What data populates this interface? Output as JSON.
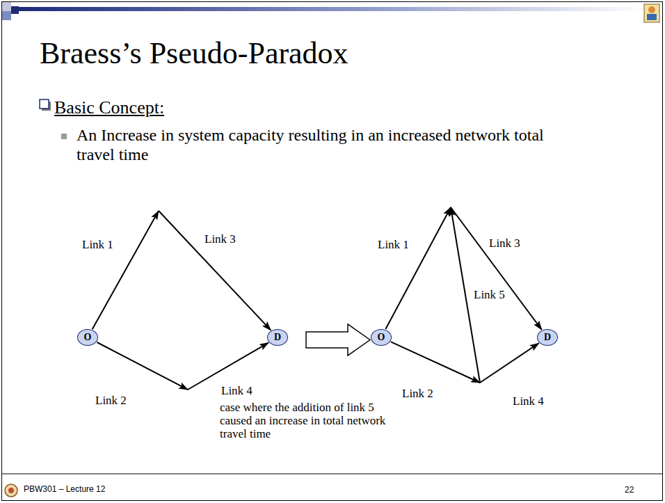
{
  "diagram": {
    "title": "Braess’s Pseudo-Paradox",
    "nodes": [
      {
        "text": [
          "O"
        ]
      },
      {
        "text": [
          "D"
        ]
      },
      {
        "text": [
          "O"
        ]
      },
      {
        "text": [
          "D"
        ]
      }
    ],
    "labels": [
      "Basic Concept:",
      "An Increase in system capacity resulting in an increased network total travel time",
      "Link 1",
      "Link 3",
      "Link 2",
      "Link 4",
      "Link 1",
      "Link 3",
      "Link 5",
      "Link 2",
      "Link 4",
      "case where the addition of link 5 caused an increase in total network travel time",
      "PBW301 – Lecture 12",
      "22"
    ]
  }
}
